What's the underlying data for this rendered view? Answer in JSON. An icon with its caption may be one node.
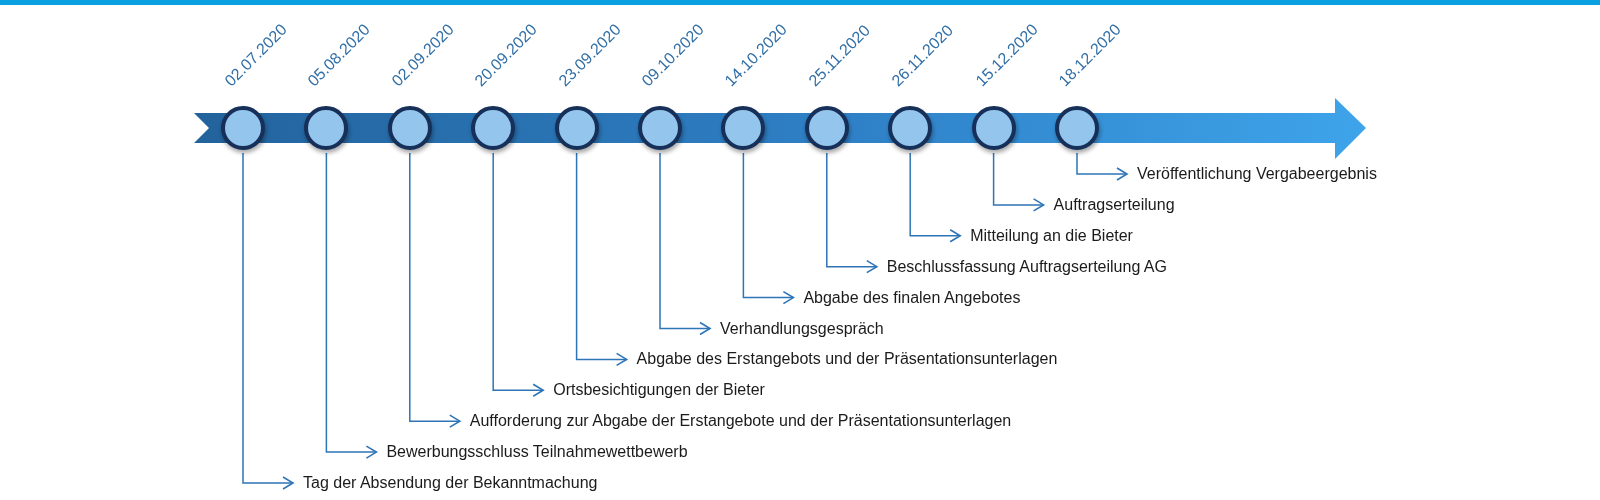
{
  "diagram": {
    "nodes": [
      {
        "text": [],
        "shape": "circle",
        "beside": [
          "02.07.2020"
        ]
      },
      {
        "text": [],
        "shape": "circle",
        "beside": [
          "05.08.2020"
        ]
      },
      {
        "text": [],
        "shape": "circle",
        "beside": [
          "02.09.2020"
        ]
      },
      {
        "text": [],
        "shape": "circle",
        "beside": [
          "20.09.2020"
        ]
      },
      {
        "text": [],
        "shape": "circle",
        "beside": [
          "23.09.2020"
        ]
      },
      {
        "text": [],
        "shape": "circle",
        "beside": [
          "09.10.2020"
        ]
      },
      {
        "text": [],
        "shape": "circle",
        "beside": [
          "14.10.2020"
        ]
      },
      {
        "text": [],
        "shape": "circle",
        "beside": [
          "25.11.2020"
        ]
      },
      {
        "text": [],
        "shape": "circle",
        "beside": [
          "26.11.2020"
        ]
      },
      {
        "text": [],
        "shape": "circle",
        "beside": [
          "15.12.2020"
        ]
      },
      {
        "text": [],
        "shape": "circle",
        "beside": [
          "18.12.2020"
        ]
      },
      {
        "text": [
          "Tag der Absendung der Bekanntmachung"
        ]
      },
      {
        "text": [
          "Bewerbungsschluss Teilnahmewettbewerb"
        ]
      },
      {
        "text": [
          "Aufforderung zur Abgabe der Erstangebote und der Präsentationsunterlagen"
        ]
      },
      {
        "text": [
          "Ortsbesichtigungen der Bieter"
        ]
      },
      {
        "text": [
          "Abgabe des Erstangebots und der Präsentationsunterlagen"
        ]
      },
      {
        "text": [
          "Verhandlungsgespräch"
        ]
      },
      {
        "text": [
          "Abgabe des finalen Angebotes"
        ]
      },
      {
        "text": [
          "Beschlussfassung Auftragserteilung AG"
        ]
      },
      {
        "text": [
          "Mitteilung an die Bieter"
        ]
      },
      {
        "text": [
          "Auftragserteilung"
        ]
      },
      {
        "text": [
          "Veröffentlichung Vergabeergebnis"
        ]
      }
    ],
    "edges": [
      {
        "from": 0,
        "to": 11,
        "arrow": "to"
      },
      {
        "from": 1,
        "to": 12,
        "arrow": "to"
      },
      {
        "from": 2,
        "to": 13,
        "arrow": "to"
      },
      {
        "from": 3,
        "to": 14,
        "arrow": "to"
      },
      {
        "from": 4,
        "to": 15,
        "arrow": "to"
      },
      {
        "from": 5,
        "to": 16,
        "arrow": "to"
      },
      {
        "from": 6,
        "to": 17,
        "arrow": "to"
      },
      {
        "from": 7,
        "to": 18,
        "arrow": "to"
      },
      {
        "from": 8,
        "to": 19,
        "arrow": "to"
      },
      {
        "from": 9,
        "to": 20,
        "arrow": "to"
      },
      {
        "from": 10,
        "to": 21,
        "arrow": "to"
      }
    ]
  }
}
